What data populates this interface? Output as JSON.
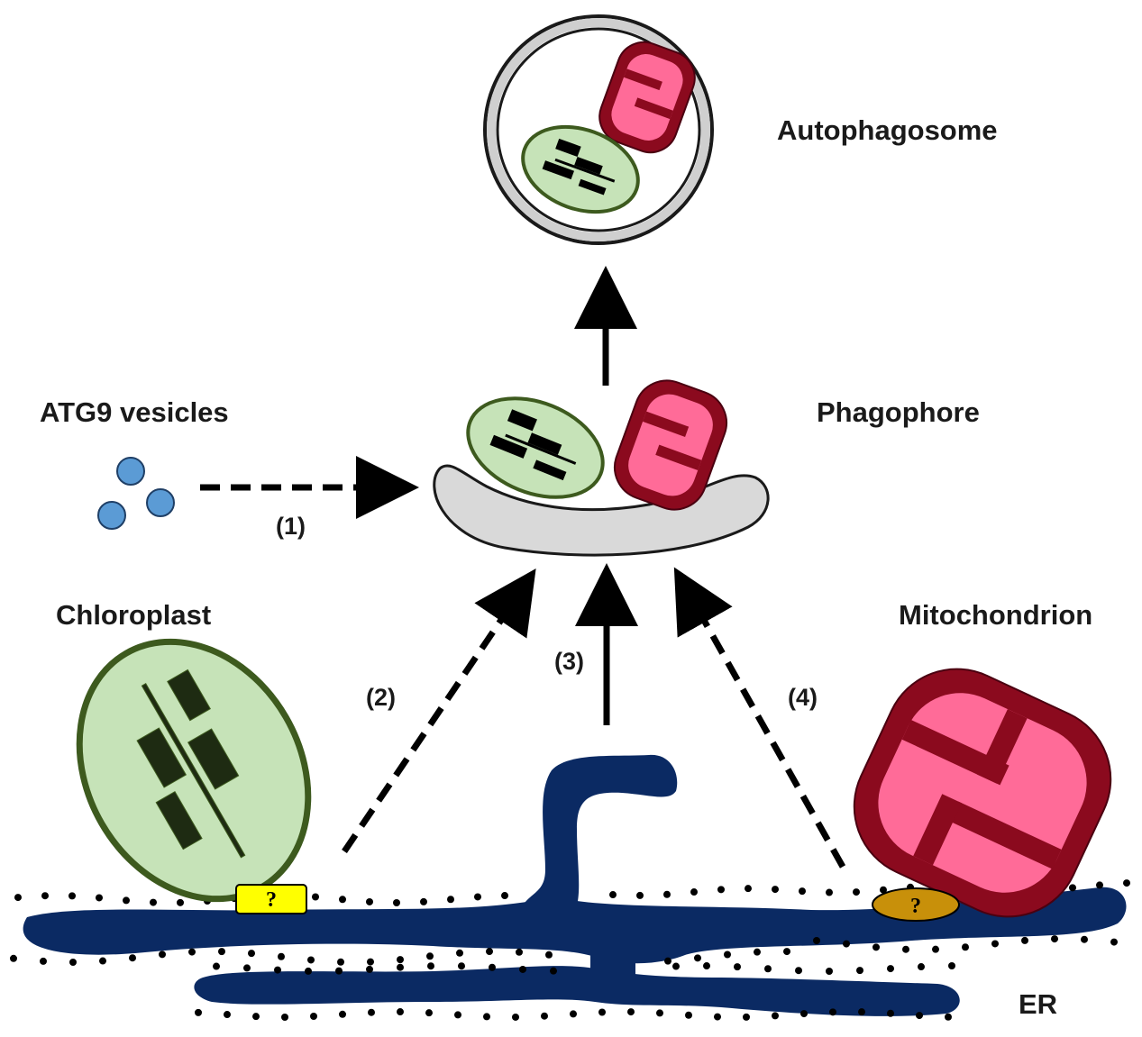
{
  "labels": {
    "autophagosome": "Autophagosome",
    "phagophore": "Phagophore",
    "atg9_vesicles": "ATG9 vesicles",
    "chloroplast": "Chloroplast",
    "mitochondrion": "Mitochondrion",
    "er": "ER"
  },
  "steps": {
    "step1": "(1)",
    "step2": "(2)",
    "step3": "(3)",
    "step4": "(4)"
  },
  "markers": {
    "chloroplast_contact": "?",
    "mitochondrion_contact": "?"
  },
  "colors": {
    "er": "#0b2a63",
    "chloroplast_fill": "#c6e3b8",
    "chloroplast_stroke": "#3d5a1e",
    "mito_outer": "#8b0a1e",
    "mito_inner": "#ff6b98",
    "phagophore_fill": "#d9d9d9",
    "vesicle": "#5b9bd5",
    "chloro_tether": "#ffff00",
    "mito_tether": "#c8900a"
  }
}
